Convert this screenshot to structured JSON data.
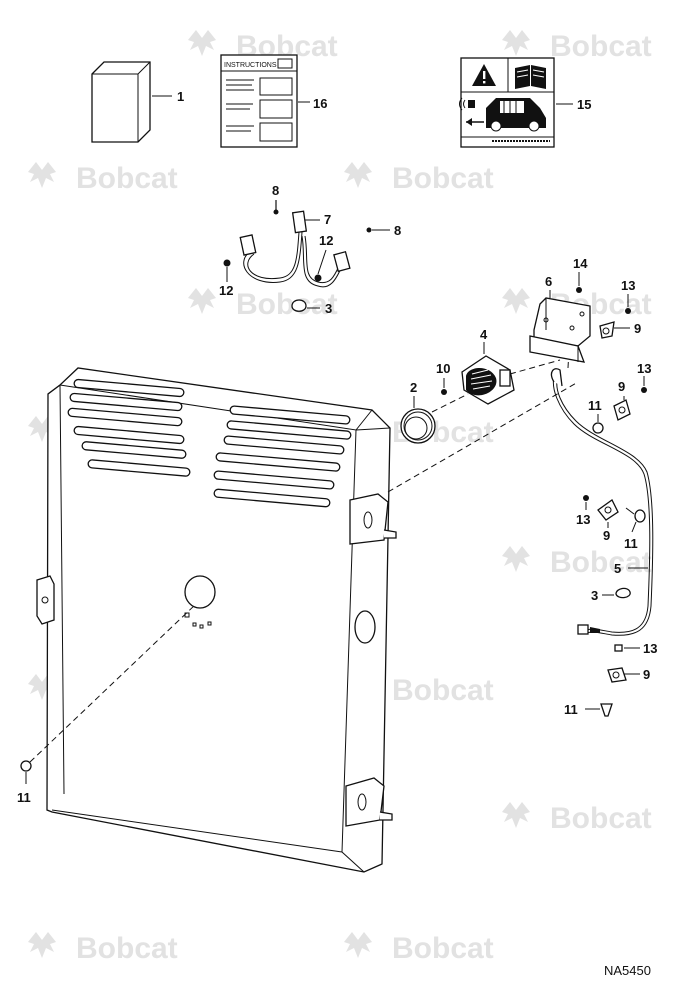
{
  "watermark": {
    "text": "Bobcat"
  },
  "reference_code": "NA5450",
  "instruction_label": "INSTRUCTIONS",
  "callouts": [
    {
      "id": "c1",
      "label": "1"
    },
    {
      "id": "c16",
      "label": "16"
    },
    {
      "id": "c15",
      "label": "15"
    },
    {
      "id": "c8a",
      "label": "8"
    },
    {
      "id": "c7",
      "label": "7"
    },
    {
      "id": "c8b",
      "label": "8"
    },
    {
      "id": "c12a",
      "label": "12"
    },
    {
      "id": "c12b",
      "label": "12"
    },
    {
      "id": "c3a",
      "label": "3"
    },
    {
      "id": "c6",
      "label": "6"
    },
    {
      "id": "c14",
      "label": "14"
    },
    {
      "id": "c13a",
      "label": "13"
    },
    {
      "id": "c9a",
      "label": "9"
    },
    {
      "id": "c4",
      "label": "4"
    },
    {
      "id": "c10",
      "label": "10"
    },
    {
      "id": "c2",
      "label": "2"
    },
    {
      "id": "c13b",
      "label": "13"
    },
    {
      "id": "c9b",
      "label": "9"
    },
    {
      "id": "c11a",
      "label": "11"
    },
    {
      "id": "c13c",
      "label": "13"
    },
    {
      "id": "c9c",
      "label": "9"
    },
    {
      "id": "c11b",
      "label": "11"
    },
    {
      "id": "c5",
      "label": "5"
    },
    {
      "id": "c3b",
      "label": "3"
    },
    {
      "id": "c13d",
      "label": "13"
    },
    {
      "id": "c9d",
      "label": "9"
    },
    {
      "id": "c11c",
      "label": "11"
    },
    {
      "id": "c11d",
      "label": "11"
    }
  ]
}
